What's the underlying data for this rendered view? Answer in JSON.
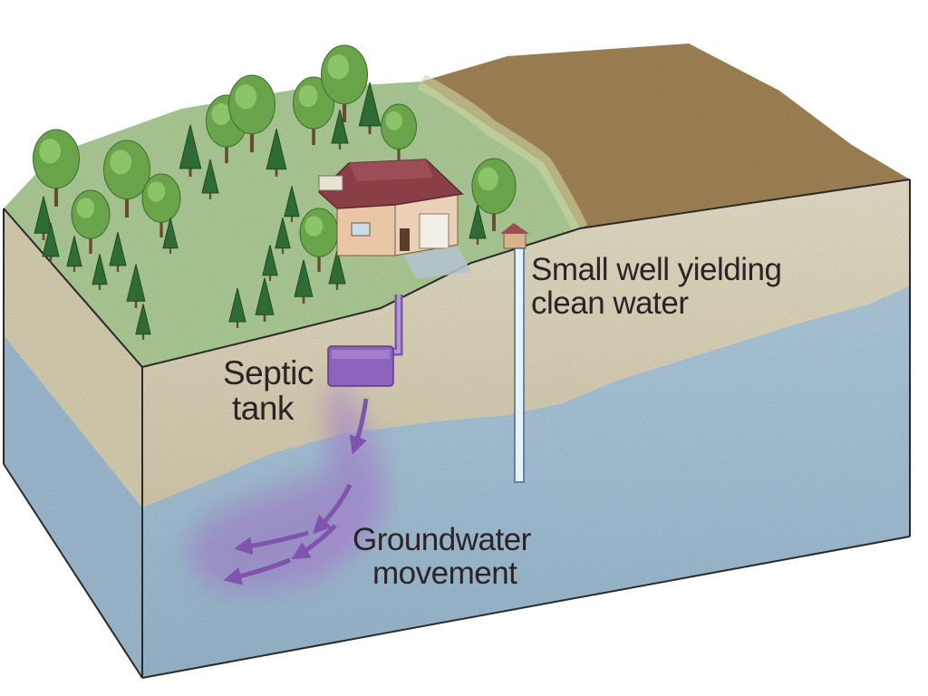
{
  "labels": {
    "well": {
      "line1": "Small well yielding",
      "line2": "clean water"
    },
    "septic": {
      "line1": "Septic",
      "line2": "tank"
    },
    "groundwater": {
      "line1": "Groundwater",
      "line2": "movement"
    }
  },
  "colors": {
    "forest_floor": "#a9cc94",
    "field_soil": "#a4855a",
    "sand_layer": "#e4dcc2",
    "aquifer": "#a8c6dc",
    "plume": "#9c72c4",
    "outline": "#2a2a2a"
  }
}
